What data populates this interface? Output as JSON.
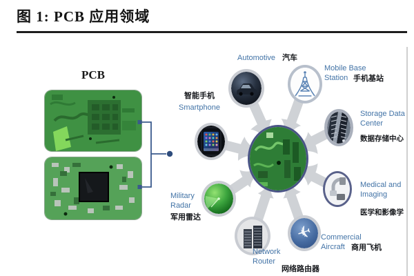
{
  "header": {
    "title": "图 1: PCB 应用领域"
  },
  "left_panel": {
    "label": "PCB"
  },
  "diagram": {
    "nodes": [
      {
        "id": "automotive",
        "en": "Automotive",
        "zh": "汽车"
      },
      {
        "id": "mobile-base-station",
        "en": "Mobile Base Station",
        "zh": "手机基站"
      },
      {
        "id": "storage-data-center",
        "en": "Storage Data Center",
        "zh": "数据存储中心"
      },
      {
        "id": "medical-imaging",
        "en": "Medical and Imaging",
        "zh": "医学和影像学"
      },
      {
        "id": "commercial-aircraft",
        "en": "Commercial Aircraft",
        "zh": "商用飞机"
      },
      {
        "id": "network-router",
        "en": "Network Router",
        "zh": "网络路由器"
      },
      {
        "id": "military-radar",
        "en": "Military Radar",
        "zh": "军用雷达"
      },
      {
        "id": "smartphone",
        "en": "Smartphone",
        "zh": "智能手机"
      }
    ],
    "icons": {
      "plane_glyph": "✈"
    }
  },
  "colors": {
    "label_blue": "#4273a6",
    "label_black": "#17191d",
    "spoke_gray": "#cfd2d6",
    "connector_navy": "#3a5a8c",
    "pcb_green": "#3f9143",
    "hub_border": "#4a5486"
  }
}
